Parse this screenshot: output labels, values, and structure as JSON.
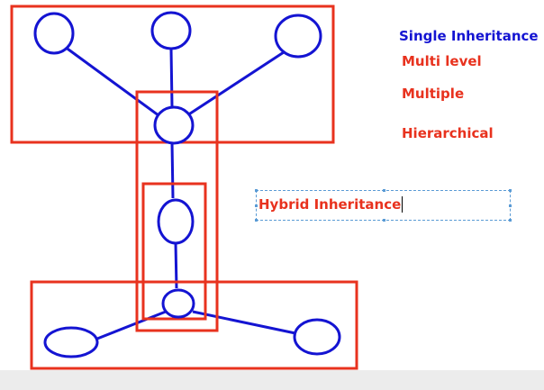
{
  "labels": {
    "single": "Single Inheritance",
    "multilevel": "Multi level",
    "multiple": "Multiple",
    "hierarchical": "Hierarchical",
    "hybrid": "Hybrid Inheritance"
  },
  "colors": {
    "node_stroke": "#1414d2",
    "box_stroke": "#e8321e",
    "blue_text": "#1414d2",
    "red_text": "#e8321e"
  }
}
